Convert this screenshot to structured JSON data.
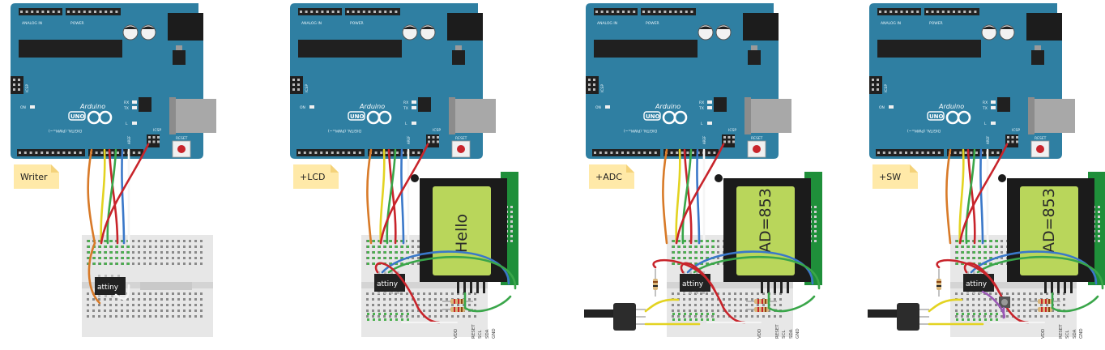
{
  "colors": {
    "board_blue": "#2f7fa2",
    "board_dark": "#1f5f7d",
    "breadboard": "#e7e7e7",
    "hole": "#8a8a8a",
    "hole_green": "#4caf50",
    "header": "#222222",
    "lcd_pcb": "#1f8f3a",
    "lcd_glass": "#b9d65b",
    "note": "#ffe9a8",
    "wire_orange": "#d87a28",
    "wire_red": "#c8242b",
    "wire_yellow": "#e3d321",
    "wire_green": "#3aa64a",
    "wire_blue": "#3a78c9",
    "wire_white": "#f5f5f5",
    "wire_purple": "#9b59b6"
  },
  "board_text": {
    "brand": "Arduino",
    "model": "UNO",
    "power": "POWER",
    "analog": "ANALOG IN",
    "digital": "DIGITAL (PWM=~)",
    "icsp": "ICSP",
    "reset": "RESET",
    "aref": "AREF",
    "on": "ON",
    "tx": "TX",
    "rx": "RX",
    "l": "L"
  },
  "chip_label": "attiny",
  "lcd_pins": [
    "VDD",
    "RESET",
    "SCL",
    "SDA",
    "GND"
  ],
  "panels": [
    {
      "label": "Writer",
      "lcd": false,
      "lcd_text": ""
    },
    {
      "label": "+LCD",
      "lcd": true,
      "lcd_text": "Hello"
    },
    {
      "label": "+ADC",
      "lcd": true,
      "lcd_text": "AD=853"
    },
    {
      "label": "+SW",
      "lcd": true,
      "lcd_text": "AD=853"
    }
  ]
}
